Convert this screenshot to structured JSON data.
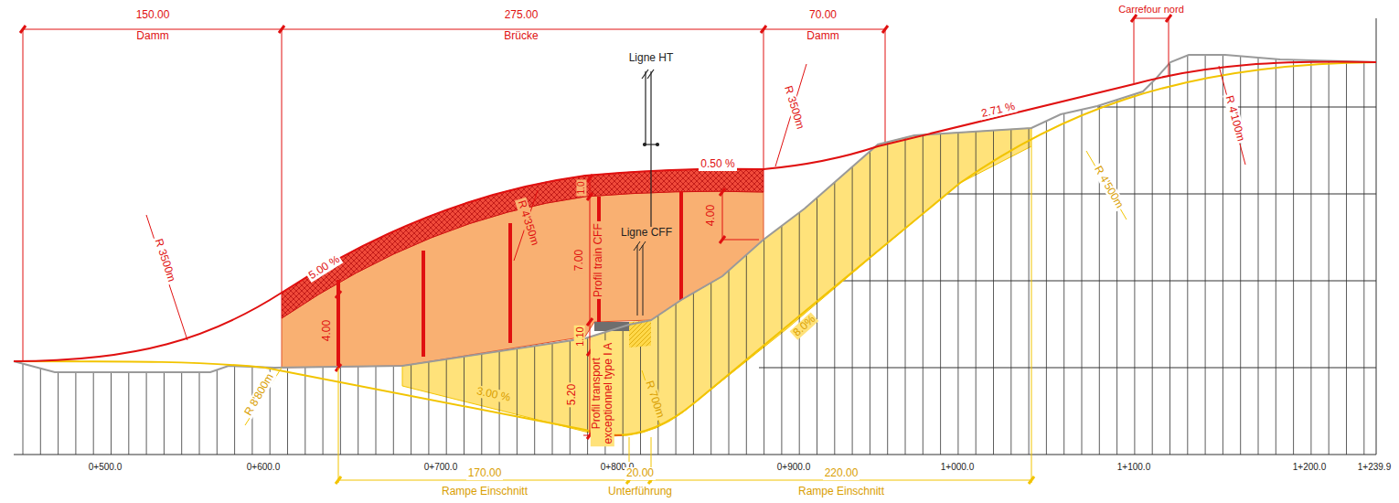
{
  "diagram": {
    "labels": [
      "150.00",
      "Damm",
      "275.00",
      "Brücke",
      "70.00",
      "Damm",
      "Carrefour nord",
      "Ligne HT",
      "R 3500m",
      "0.50 %",
      "2.71 %",
      "R 4'100m",
      "R 4'500m",
      "R 3500m",
      "5.00 %",
      "R 4'350m",
      "1.0",
      "7.00",
      "Profil train CFF",
      "4.00",
      "4.00",
      "Ligne CFF",
      "1.10",
      "5.20",
      "Profil transport exceptionnel type I A",
      "3.00 %",
      "R 8'800m",
      "R 700m",
      "8.0%",
      "0+500.0",
      "0+600.0",
      "0+700.0",
      "0+800.0",
      "0+900.0",
      "1+000.0",
      "1+100.0",
      "1+200.0",
      "1+239.9",
      "170.00",
      "Rampe Einschnitt",
      "20.00",
      "Unterführung",
      "220.00",
      "Rampe Einschnitt"
    ]
  }
}
